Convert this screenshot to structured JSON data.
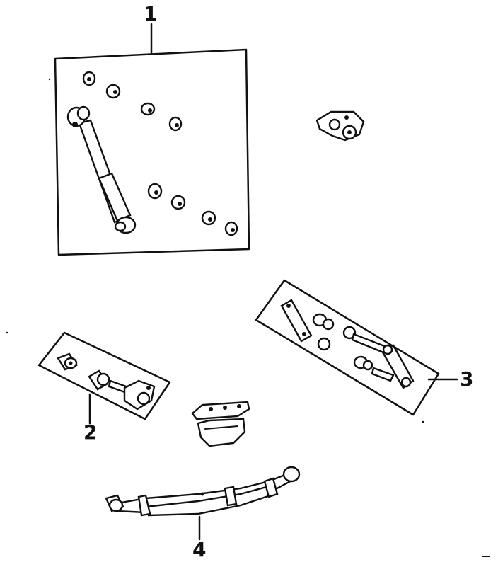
{
  "callouts": [
    {
      "id": "1",
      "label": "1",
      "part": "shock-absorber-kit"
    },
    {
      "id": "2",
      "label": "2",
      "part": "front-shackle-kit"
    },
    {
      "id": "3",
      "label": "3",
      "part": "rear-shackle-kit"
    },
    {
      "id": "4",
      "label": "4",
      "part": "leaf-spring"
    }
  ],
  "colors": {
    "ink": "#111111",
    "paper": "#ffffff"
  }
}
